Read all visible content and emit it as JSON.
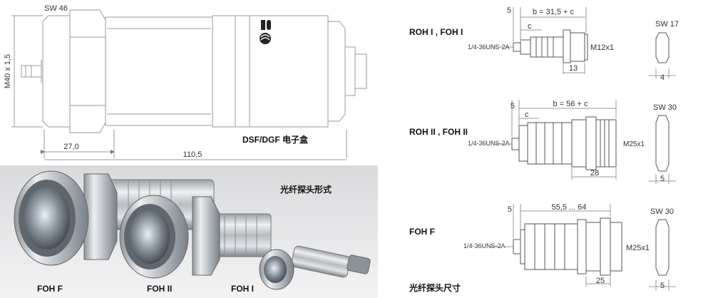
{
  "main_sensor": {
    "wrench_label": "SW 46",
    "thread_label": "M40 x 1,5",
    "dim_front": "27,0",
    "dim_total": "110,5",
    "caption": "DSF/DGF 电子盒"
  },
  "photo": {
    "title": "光纤探头形式",
    "labels": [
      "FOH F",
      "FOH II",
      "FOH I"
    ]
  },
  "drawings": [
    {
      "model": "ROH I , FOH I",
      "thread": "1/4-36UNS-2A",
      "dim_top_small": "5",
      "dim_b": "b = 31,5 + c",
      "dim_c": "c",
      "dim_bottom": "13",
      "nut_thread": "M12x1",
      "wrench": "SW 17",
      "wrench_dim": "4"
    },
    {
      "model": "ROH II , FOH II",
      "thread": "1/4-36UNS-2A",
      "dim_top_small": "5",
      "dim_b": "b = 56 + c",
      "dim_c": "c",
      "dim_bottom": "28",
      "nut_thread": "M25x1",
      "wrench": "SW 30",
      "wrench_dim": "5"
    },
    {
      "model": "FOH F",
      "thread": "1/4-36UNS-2A",
      "dim_top_small": "5",
      "dim_b": "55,5 ... 64",
      "dim_bottom": "25",
      "nut_thread": "M25x1",
      "wrench": "SW 30",
      "wrench_dim": "5"
    }
  ],
  "dimensions_caption": "光纤探头尺寸"
}
